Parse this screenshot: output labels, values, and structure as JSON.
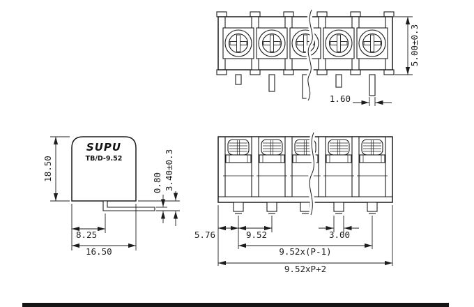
{
  "logo": {
    "brand": "SUPU",
    "model": "TB/D-9.52"
  },
  "top_view": {
    "pin_length": "5.00±0.3",
    "pin_width": "1.60"
  },
  "side_view": {
    "height": "18.50",
    "pin_thickness": "0.80",
    "pin_depth": "3.40±0.3",
    "pin_offset": "8.25",
    "width": "16.50"
  },
  "front_view": {
    "end_margin": "5.76",
    "pitch": "9.52",
    "pin_width": "3.00",
    "pitch_span": "9.52x(P-1)",
    "overall_width": "9.52xP+2"
  }
}
